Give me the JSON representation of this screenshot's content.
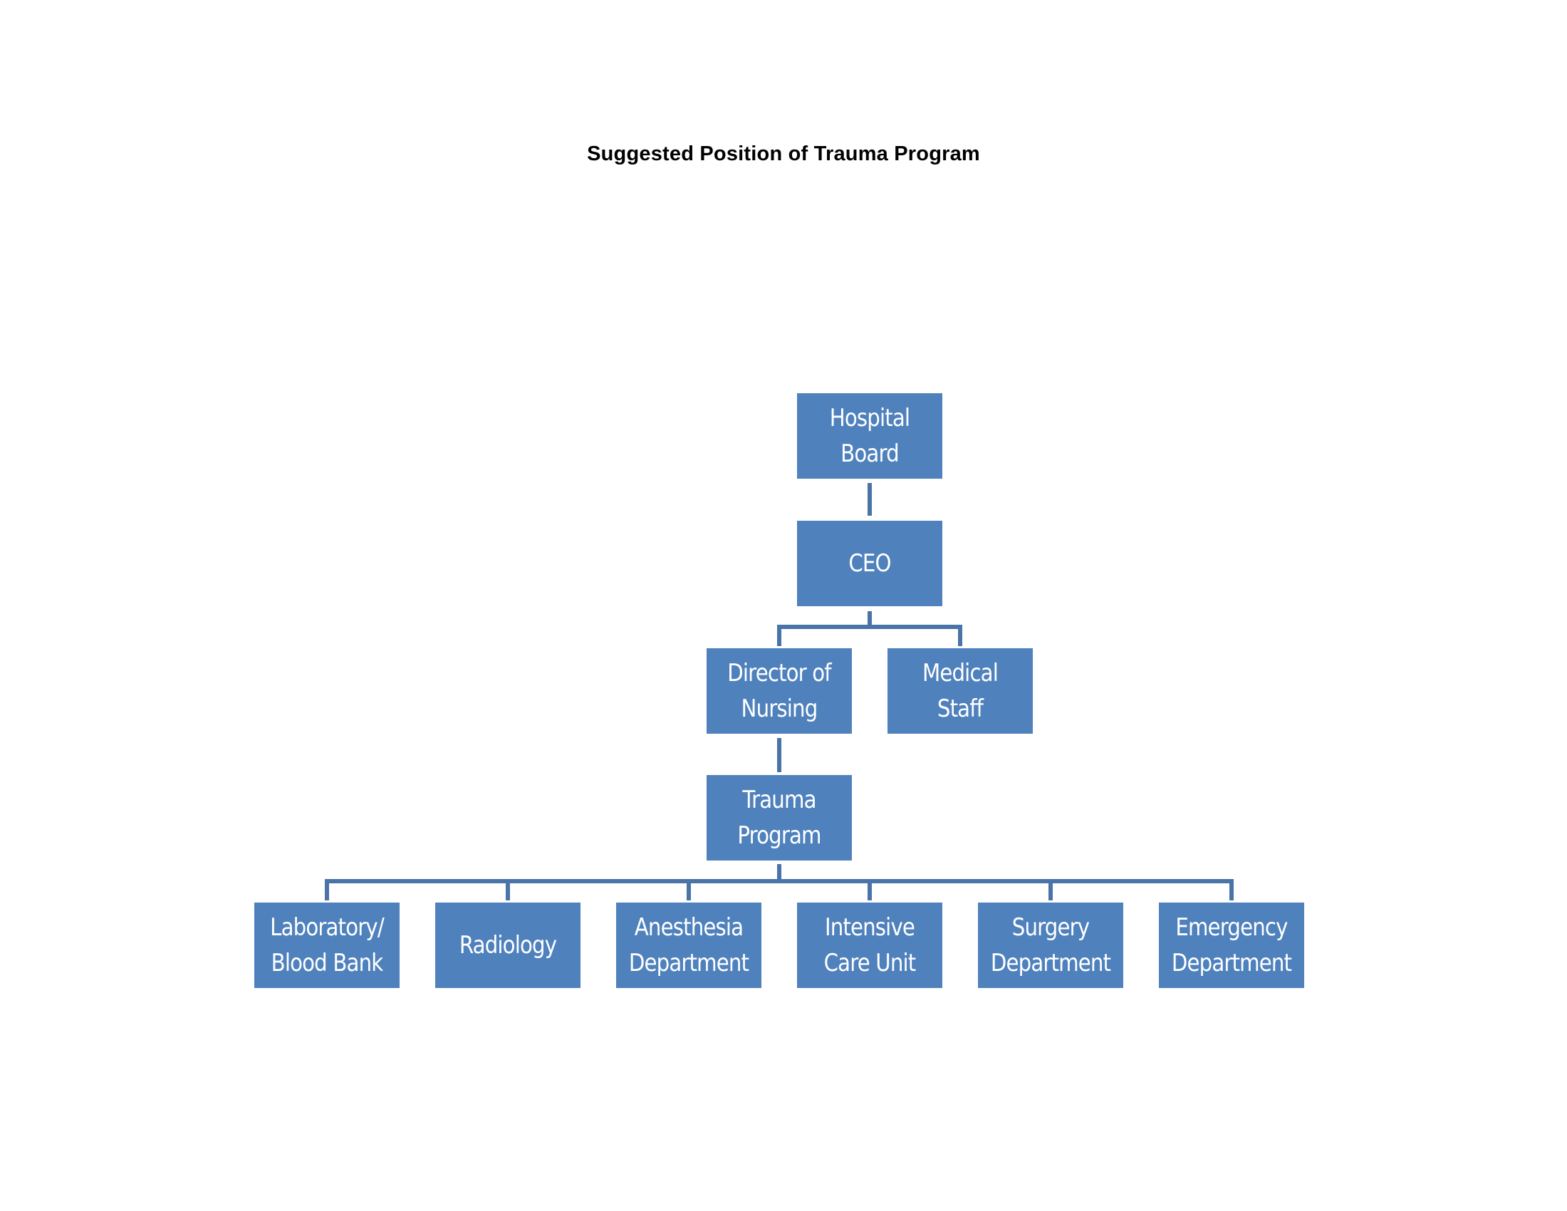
{
  "title": "Suggested Position of Trauma Program",
  "colors": {
    "box": "#4f81bd",
    "connector": "#4a73a8",
    "box_text": "#ffffff",
    "title_text": "#000000"
  },
  "org_chart": {
    "hospital_board": [
      "Hospital",
      "Board"
    ],
    "ceo": [
      "CEO"
    ],
    "director_of_nursing": [
      "Director of",
      "Nursing"
    ],
    "medical_staff": [
      "Medical",
      "Staff"
    ],
    "trauma_program": [
      "Trauma",
      "Program"
    ],
    "departments": [
      [
        "Laboratory/",
        "Blood Bank"
      ],
      [
        "Radiology"
      ],
      [
        "Anesthesia",
        "Department"
      ],
      [
        "Intensive",
        "Care Unit"
      ],
      [
        "Surgery",
        "Department"
      ],
      [
        "Emergency",
        "Department"
      ]
    ]
  }
}
